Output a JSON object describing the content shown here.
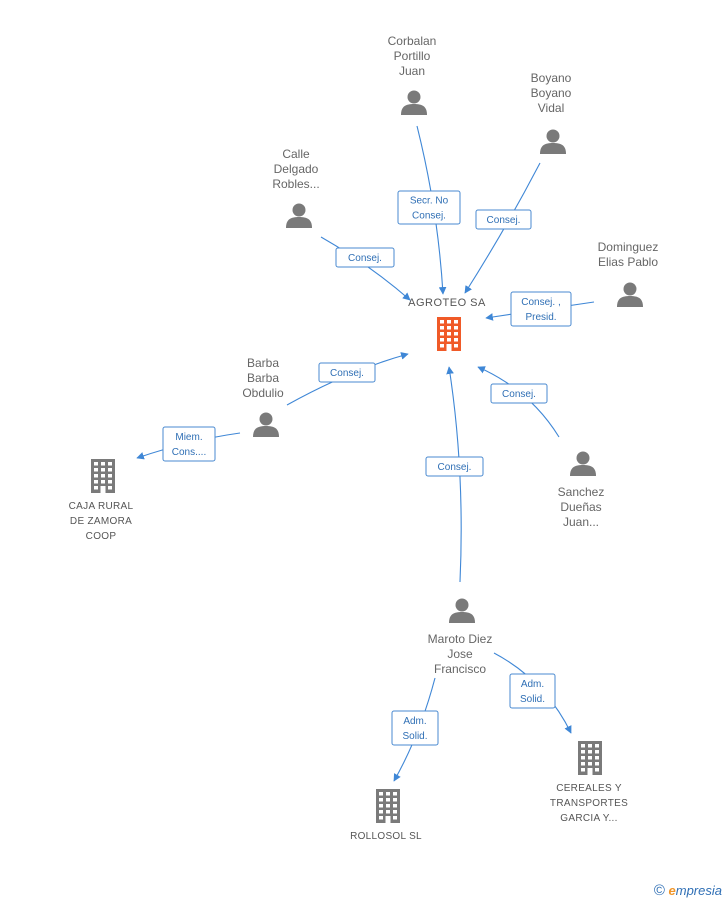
{
  "center": {
    "label": "AGROTEO SA",
    "color": "#f05a28"
  },
  "persons": [
    {
      "id": "corbalan",
      "lines": [
        "Corbalan",
        "Portillo",
        "Juan"
      ]
    },
    {
      "id": "boyano",
      "lines": [
        "Boyano",
        "Boyano",
        "Vidal"
      ]
    },
    {
      "id": "calle",
      "lines": [
        "Calle",
        "Delgado",
        "Robles..."
      ]
    },
    {
      "id": "dominguez",
      "lines": [
        "Dominguez",
        "Elias Pablo"
      ]
    },
    {
      "id": "barba",
      "lines": [
        "Barba",
        "Barba",
        "Obdulio"
      ]
    },
    {
      "id": "sanchez",
      "lines": [
        "Sanchez",
        "Dueñas",
        "Juan..."
      ]
    },
    {
      "id": "maroto",
      "lines": [
        "Maroto Diez",
        "Jose",
        "Francisco"
      ]
    }
  ],
  "companies": [
    {
      "id": "caja",
      "lines": [
        "CAJA RURAL",
        "DE ZAMORA",
        "COOP"
      ]
    },
    {
      "id": "cereales",
      "lines": [
        "CEREALES Y",
        "TRANSPORTES",
        "GARCIA Y..."
      ]
    },
    {
      "id": "rollosol",
      "lines": [
        "ROLLOSOL SL"
      ]
    }
  ],
  "edges": [
    {
      "id": "corbalan-agroteo",
      "lines": [
        "Secr.  No",
        "Consej."
      ]
    },
    {
      "id": "boyano-agroteo",
      "lines": [
        "Consej."
      ]
    },
    {
      "id": "calle-agroteo",
      "lines": [
        "Consej."
      ]
    },
    {
      "id": "dominguez-agroteo",
      "lines": [
        "Consej. ,",
        "Presid."
      ]
    },
    {
      "id": "barba-agroteo",
      "lines": [
        "Consej."
      ]
    },
    {
      "id": "sanchez-agroteo",
      "lines": [
        "Consej."
      ]
    },
    {
      "id": "maroto-agroteo",
      "lines": [
        "Consej."
      ]
    },
    {
      "id": "barba-caja",
      "lines": [
        "Miem.",
        "Cons...."
      ]
    },
    {
      "id": "maroto-cereales",
      "lines": [
        "Adm.",
        "Solid."
      ]
    },
    {
      "id": "maroto-rollosol",
      "lines": [
        "Adm.",
        "Solid."
      ]
    }
  ],
  "colors": {
    "edge": "#3f87d6",
    "person_icon": "#7a7a7a",
    "company_icon": "#7a7a7a"
  },
  "watermark": {
    "symbol": "©",
    "brand_initial": "e",
    "brand_rest": "mpresia"
  }
}
